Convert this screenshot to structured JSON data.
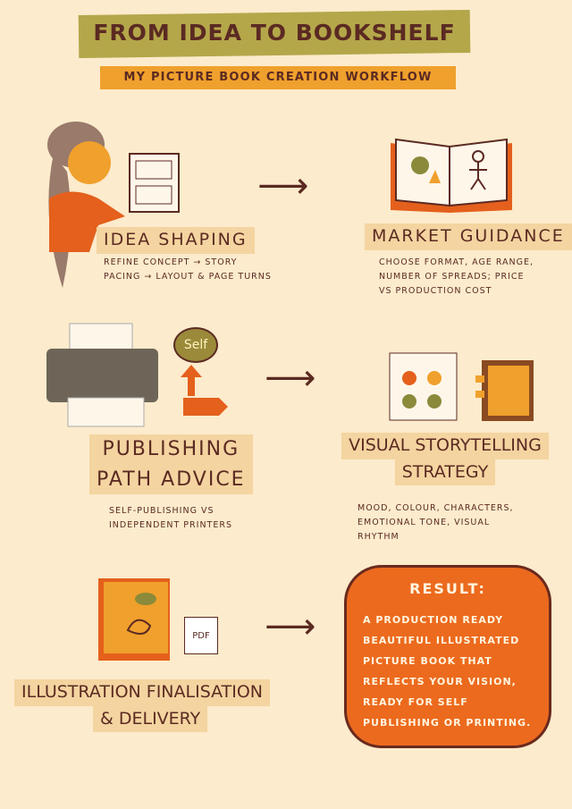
{
  "header": {
    "title": "FROM IDEA TO BOOKSHELF",
    "subtitle": "MY PICTURE BOOK CREATION WORKFLOW"
  },
  "steps": [
    {
      "title": "Idea Shaping",
      "notes": [
        "Refine concept → story",
        "Pacing → layout & page turns"
      ]
    },
    {
      "title": "Market Guidance",
      "notes": [
        "Choose format, age range,",
        "number of spreads; price",
        "vs production cost"
      ]
    },
    {
      "title_lines": [
        "Publishing",
        "Path Advice"
      ],
      "notes": [
        "Self-publishing vs",
        "independent printers"
      ],
      "badge": "Self"
    },
    {
      "title_lines": [
        "Visual Storytelling",
        "Strategy"
      ],
      "notes": [
        "Mood, colour, characters,",
        "emotional tone, visual",
        "rhythm"
      ]
    },
    {
      "title_lines": [
        "Illustration Finalisation",
        "& Delivery"
      ],
      "file_label": "PDF"
    }
  ],
  "result": {
    "title": "RESULT:",
    "text": "A production ready beautiful illustrated picture book that reflects your vision, ready for self publishing or printing."
  },
  "colors": {
    "background": "#fcebcc",
    "olive": "#b4a74a",
    "orange": "#f0a02c",
    "result": "#ec6a1e",
    "ink": "#5b2a22"
  }
}
